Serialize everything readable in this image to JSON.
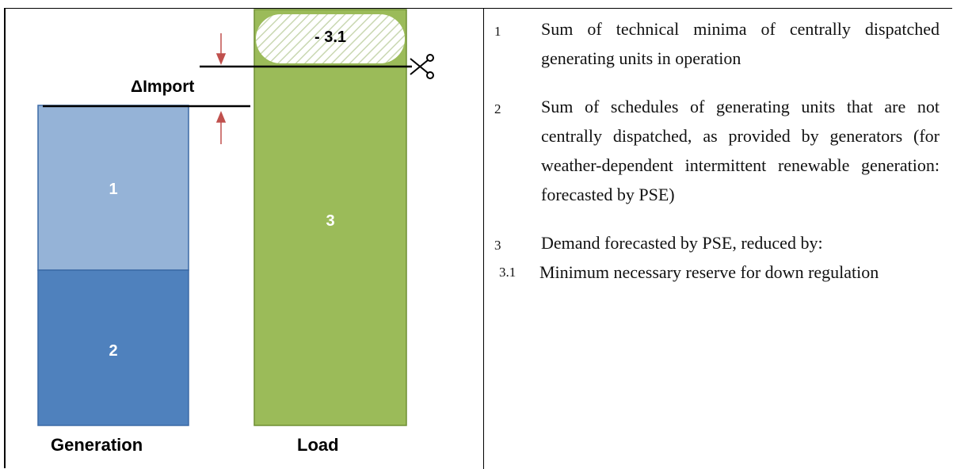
{
  "diagram": {
    "bars": {
      "tech_minima": "1",
      "schedules": "2",
      "demand": "3",
      "reserve": "- 3.1"
    },
    "import_label": "ΔImport",
    "generation_label": "Generation",
    "load_label": "Load",
    "colors": {
      "bar1": "#95b3d7",
      "bar2": "#4f81bd",
      "bar3": "#9bbb59",
      "arrow": "#c0504d"
    }
  },
  "legend": {
    "items": [
      {
        "num": "1",
        "text": "Sum of technical minima of centrally dispatched generating units in operation"
      },
      {
        "num": "2",
        "text": "Sum of schedules of generating units that are not centrally dispatched, as provided by generators (for weather-dependent intermittent renewable generation: forecasted by PSE)"
      },
      {
        "num": "3",
        "text": "Demand forecasted by PSE, reduced by:"
      }
    ],
    "sub_items": [
      {
        "num": "3.1",
        "text": "Minimum necessary reserve for down regulation"
      }
    ]
  }
}
